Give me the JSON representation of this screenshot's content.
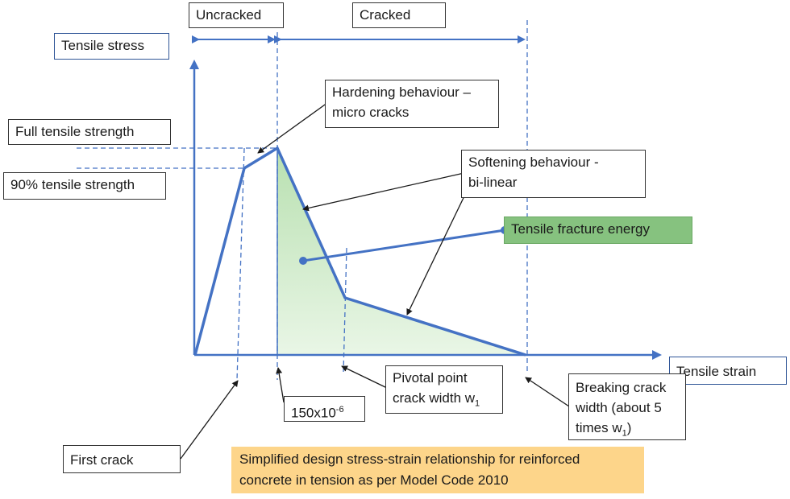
{
  "labels": {
    "uncracked": "Uncracked",
    "cracked": "Cracked",
    "tensile_stress": "Tensile stress",
    "full_tensile_strength": "Full tensile strength",
    "ninety_pct_tensile_strength": "90% tensile strength",
    "hardening": [
      "Hardening behaviour –",
      "micro cracks"
    ],
    "softening": [
      "Softening behaviour  -",
      "bi-linear"
    ],
    "fracture_energy": "Tensile fracture energy",
    "tensile_strain": "Tensile strain",
    "pivotal_point": [
      "Pivotal point",
      "crack width w",
      "1"
    ],
    "breaking_crack": [
      "Breaking crack",
      "width (about 5",
      "times w",
      "1",
      ")"
    ],
    "strain_value": [
      "150x10",
      "-6"
    ],
    "first_crack": "First crack",
    "caption": [
      "Simplified design stress-strain relationship for reinforced",
      "concrete in tension as per Model Code 2010"
    ]
  },
  "colors": {
    "curve": "#4472c4",
    "fill_top": "#b8e0b0",
    "fill_bottom": "#e9f6e6",
    "energy_box": "#86c27f",
    "caption_box": "#fdd58a",
    "border": "#333333"
  }
}
